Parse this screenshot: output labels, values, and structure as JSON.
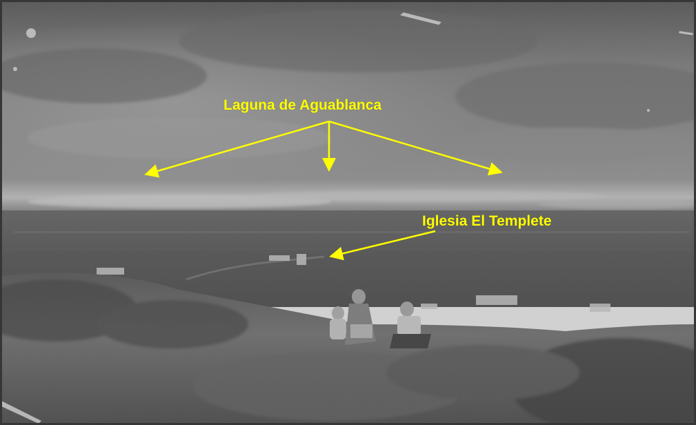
{
  "annotations": {
    "laguna_label": "Laguna de Aguablanca",
    "iglesia_label": "Iglesia El Templete"
  },
  "colors": {
    "annotation": "#ffff00",
    "sky": "#6a6a6a",
    "water": "#cfcfcf",
    "plain": "#3a3a3a",
    "foreground": "#2a2a2a",
    "border": "#111111"
  },
  "scene": {
    "photo_style": "vintage black and white landscape photograph",
    "subjects": "three children sitting on a grassy hillside overlooking a valley"
  }
}
